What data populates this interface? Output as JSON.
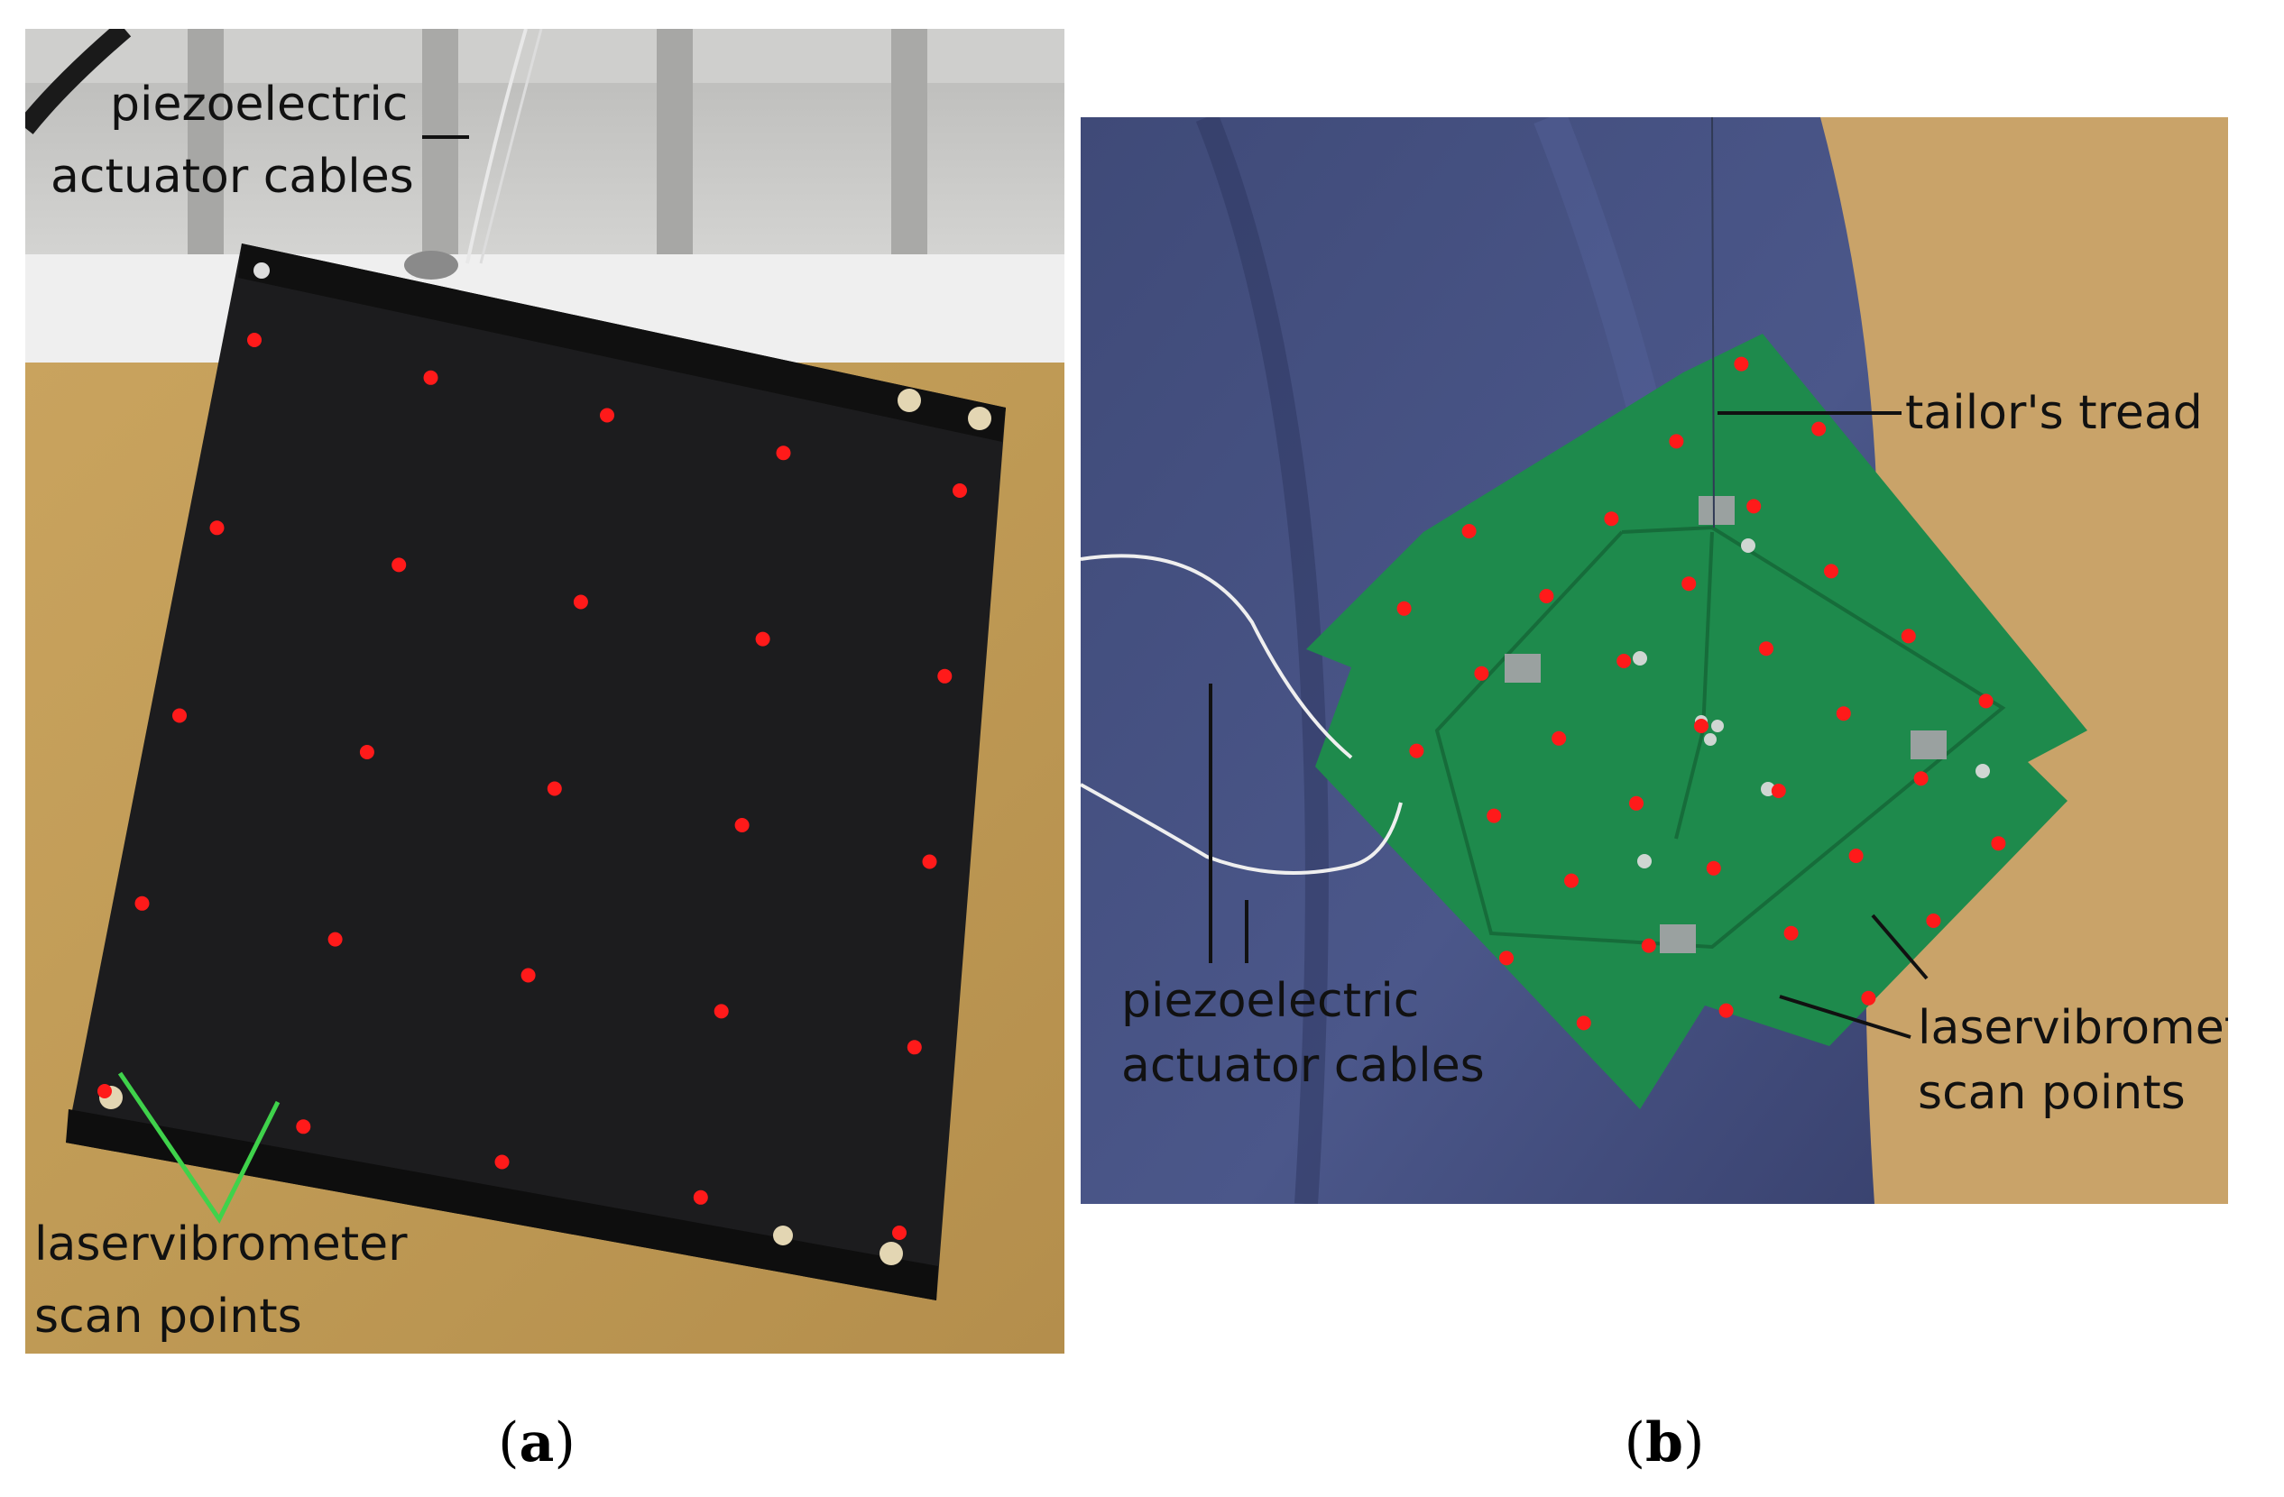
{
  "panels": [
    {
      "id": "a",
      "caption_letter": "a",
      "annotations": {
        "cables": [
          "piezoelectric",
          "actuator cables"
        ],
        "scan_points": [
          "laservibrometer",
          "scan points"
        ]
      }
    },
    {
      "id": "b",
      "caption_letter": "b",
      "annotations": {
        "tread": "tailor's tread",
        "cables": [
          "piezoelectric",
          "actuator cables"
        ],
        "scan_points": [
          "laservibrometer",
          "scan points"
        ]
      }
    }
  ],
  "colors": {
    "scan_point": "#ff1a1a",
    "plate_a": "#1c1c1e",
    "plate_b": "#1e8a4c",
    "pointer_a": "#3fd24b",
    "pointer_b": "#111111"
  }
}
